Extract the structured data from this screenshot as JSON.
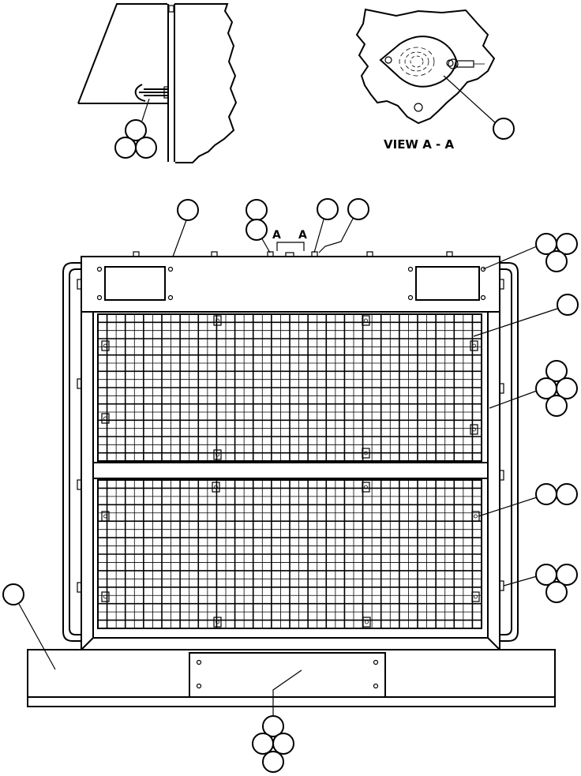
{
  "diagram": {
    "view_title": "VIEW  A  -  A",
    "section_marks": [
      "A",
      "A"
    ]
  }
}
